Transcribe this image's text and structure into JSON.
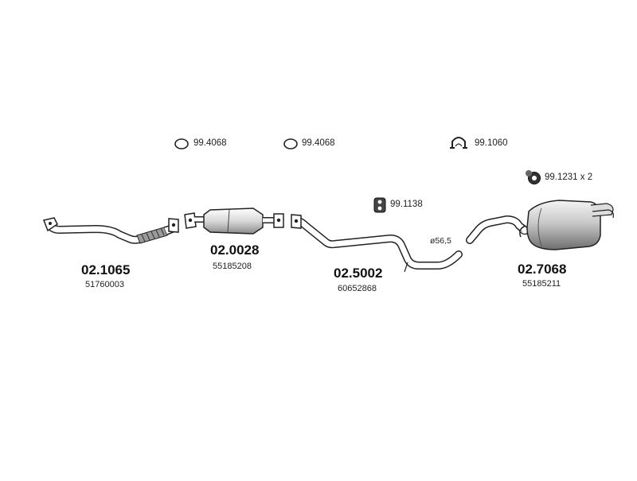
{
  "parts": [
    {
      "code": "02.1065",
      "oem": "51760003"
    },
    {
      "code": "02.0028",
      "oem": "55185208"
    },
    {
      "code": "02.5002",
      "oem": "60652868"
    },
    {
      "code": "02.7068",
      "oem": "55185211"
    }
  ],
  "accessories": [
    {
      "label": "99.4068",
      "icon": "ring-gasket-icon"
    },
    {
      "label": "99.4068",
      "icon": "ring-gasket-icon"
    },
    {
      "label": "99.1060",
      "icon": "clamp-icon"
    },
    {
      "label": "99.1138",
      "icon": "rubber-hanger-icon"
    },
    {
      "label": "99.1231 x 2",
      "icon": "rubber-mount-icon"
    }
  ],
  "dimension_note": "ø56,5"
}
